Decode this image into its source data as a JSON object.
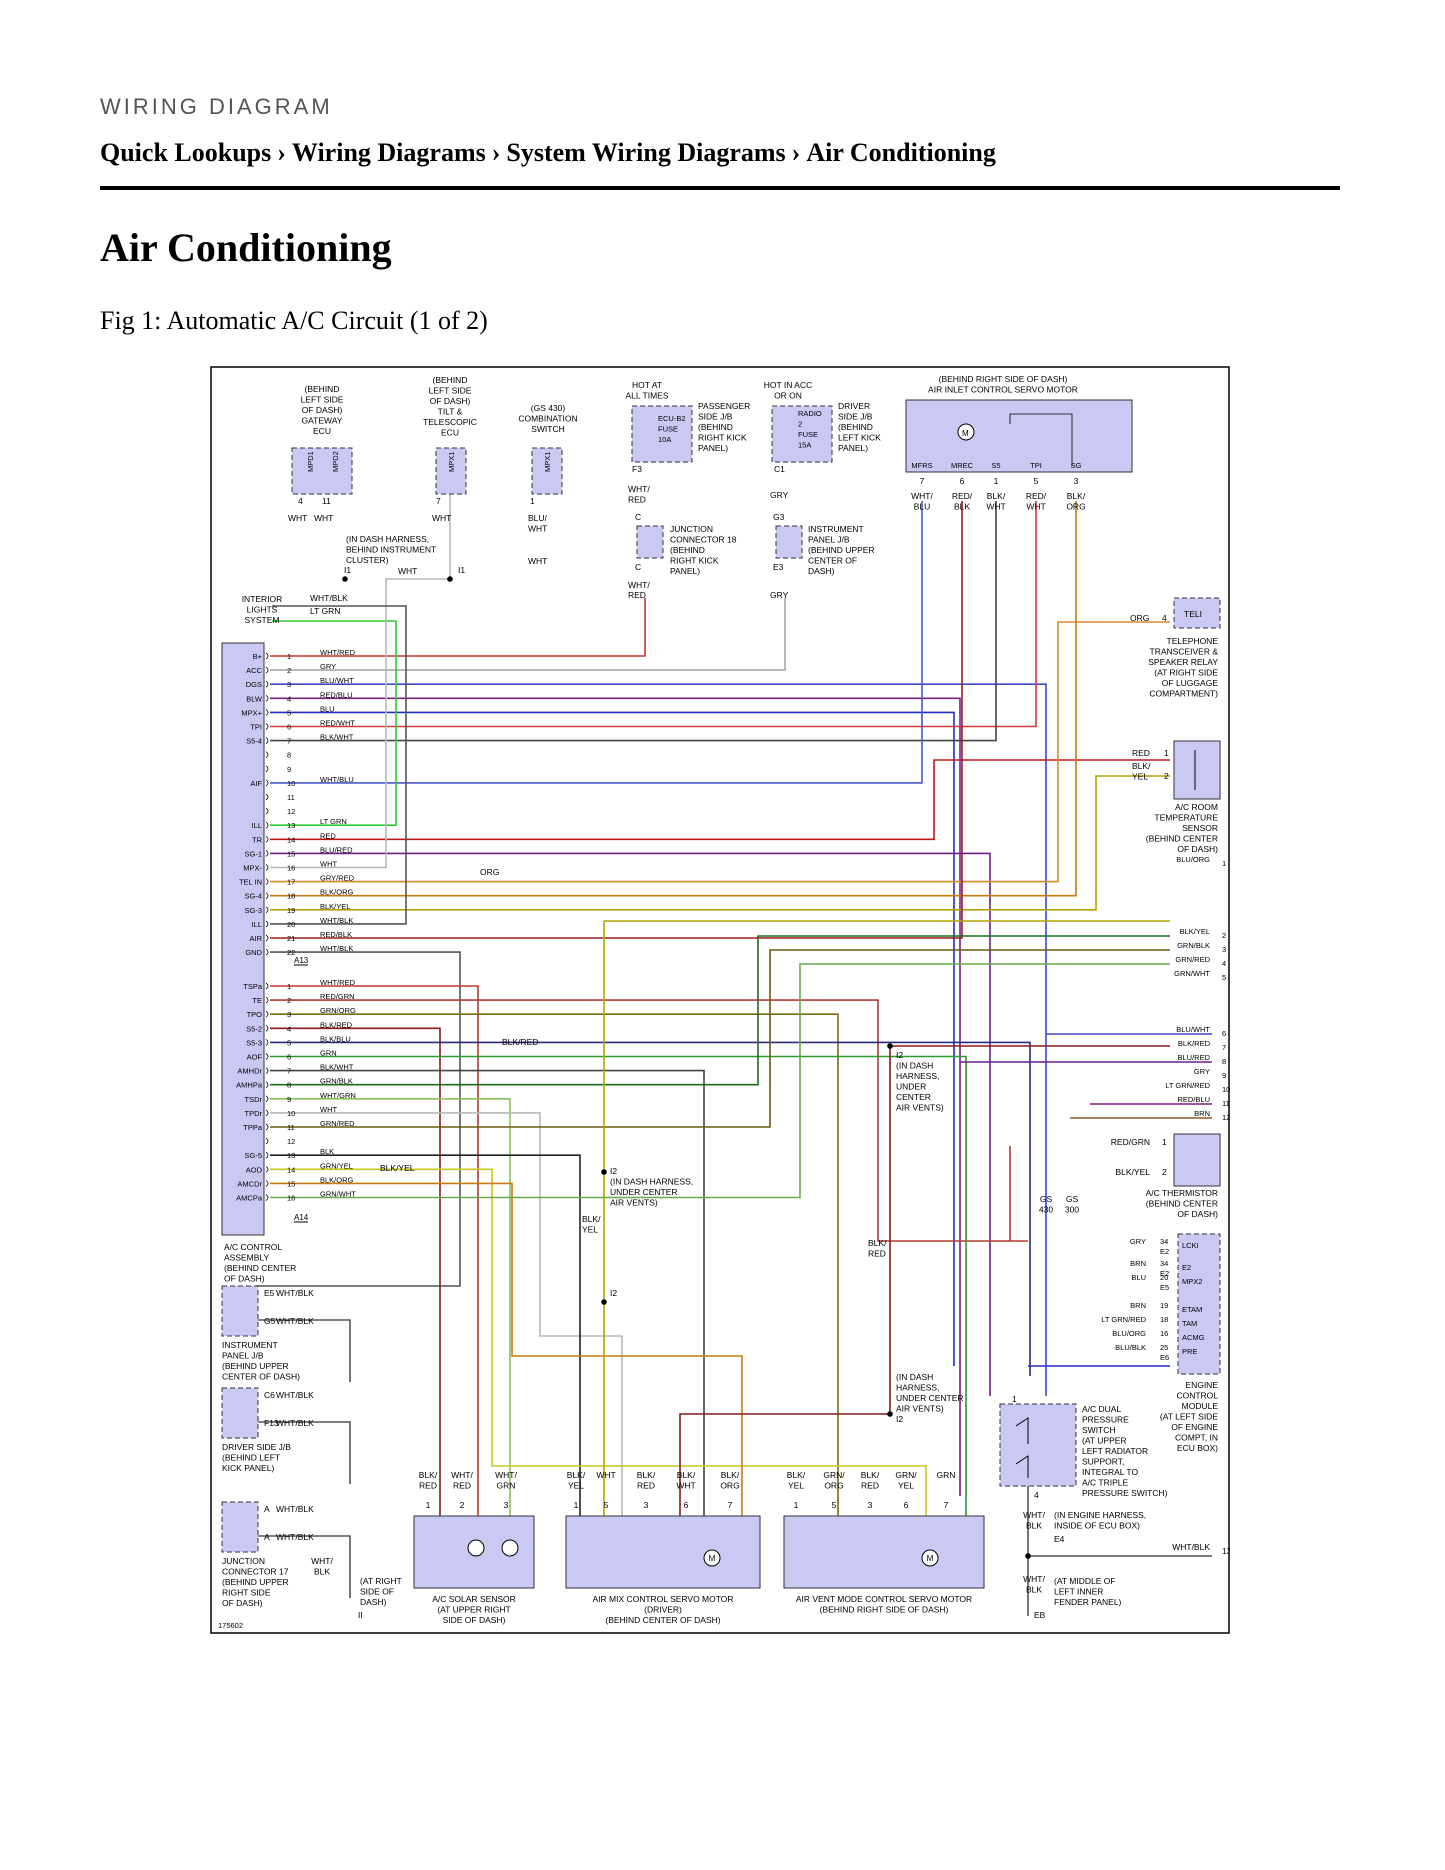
{
  "header": {
    "section_label": "WIRING DIAGRAM",
    "breadcrumb": [
      "Quick Lookups",
      "Wiring Diagrams",
      "System Wiring Diagrams",
      "Air Conditioning"
    ],
    "separator": "›"
  },
  "page": {
    "title": "Air Conditioning",
    "figure_caption": "Fig 1: Automatic A/C Circuit (1 of 2)"
  },
  "diagram": {
    "figure_id": "175602",
    "top_components": [
      {
        "label": [
          "(BEHIND",
          "LEFT SIDE",
          "OF DASH)",
          "GATEWAY",
          "ECU"
        ],
        "pins": [
          "MPD1",
          "MPD2"
        ],
        "pin_numbers": [
          "4",
          "11"
        ],
        "wires": [
          "WHT",
          "WHT"
        ]
      },
      {
        "label": [
          "(BEHIND",
          "LEFT SIDE",
          "OF DASH)",
          "TILT &",
          "TELESCOPIC",
          "ECU"
        ],
        "pins": [
          "MPX1"
        ],
        "pin_numbers": [
          "7"
        ],
        "wires": [
          "WHT"
        ]
      },
      {
        "label": [
          "(GS 430)",
          "COMBINATION",
          "SWITCH"
        ],
        "pins": [
          "MPX1"
        ],
        "pin_numbers": [
          "1"
        ],
        "wires": [
          "BLU/",
          "WHT",
          "WHT"
        ]
      },
      {
        "label": [
          "HOT AT",
          "ALL TIMES"
        ],
        "fuse": [
          "ECU-B2",
          "FUSE",
          "10A"
        ],
        "jb": [
          "PASSENGER",
          "SIDE J/B",
          "(BEHIND",
          "RIGHT KICK",
          "PANEL)"
        ],
        "conn": "F3",
        "wires": [
          "WHT/",
          "RED"
        ]
      },
      {
        "label": [
          "HOT IN ACC",
          "OR ON"
        ],
        "fuse": [
          "RADIO",
          "2",
          "FUSE",
          "15A"
        ],
        "jb": [
          "DRIVER",
          "SIDE J/B",
          "(BEHIND",
          "LEFT KICK",
          "PANEL)"
        ],
        "conn": "C1",
        "wires": [
          "GRY"
        ]
      }
    ],
    "junction_connector_18": [
      "JUNCTION",
      "CONNECTOR 18",
      "(BEHIND",
      "RIGHT KICK",
      "PANEL)"
    ],
    "instrument_panel_jb_top": [
      "INSTRUMENT",
      "PANEL J/B",
      "(BEHIND UPPER",
      "CENTER OF",
      "DASH)"
    ],
    "in_dash_harness_top": [
      "(IN DASH HARNESS,",
      "BEHIND INSTRUMENT",
      "CLUSTER)"
    ],
    "servo_inlet": {
      "label": [
        "(BEHIND RIGHT SIDE OF DASH)",
        "AIR INLET CONTROL SERVO MOTOR"
      ],
      "pins": [
        "MFRS",
        "MREC",
        "S5",
        "TPI",
        "SG"
      ],
      "pin_numbers": [
        "7",
        "6",
        "1",
        "5",
        "3"
      ],
      "wires": [
        [
          "WHT/",
          "BLU"
        ],
        [
          "RED/",
          "BLK"
        ],
        [
          "BLK/",
          "WHT"
        ],
        [
          "RED/",
          "WHT"
        ],
        [
          "BLK/",
          "ORG"
        ]
      ]
    },
    "interior_lights": [
      "INTERIOR",
      "LIGHTS",
      "SYSTEM"
    ],
    "interior_wires": [
      "WHT/BLK",
      "LT GRN"
    ],
    "connector_a13": {
      "name": "A13",
      "pins": [
        {
          "n": "1",
          "label": "B+",
          "wire": "WHT/RED"
        },
        {
          "n": "2",
          "label": "ACC",
          "wire": "GRY"
        },
        {
          "n": "3",
          "label": "DGS",
          "wire": "BLU/WHT"
        },
        {
          "n": "4",
          "label": "BLW",
          "wire": "RED/BLU"
        },
        {
          "n": "5",
          "label": "MPX+",
          "wire": "BLU"
        },
        {
          "n": "6",
          "label": "TPI",
          "wire": "RED/WHT"
        },
        {
          "n": "7",
          "label": "S5-4",
          "wire": "BLK/WHT"
        },
        {
          "n": "8",
          "label": "",
          "wire": ""
        },
        {
          "n": "9",
          "label": "",
          "wire": ""
        },
        {
          "n": "10",
          "label": "AIF",
          "wire": "WHT/BLU"
        },
        {
          "n": "11",
          "label": "",
          "wire": ""
        },
        {
          "n": "12",
          "label": "",
          "wire": ""
        },
        {
          "n": "13",
          "label": "ILL",
          "wire": "LT GRN"
        },
        {
          "n": "14",
          "label": "TR",
          "wire": "RED"
        },
        {
          "n": "15",
          "label": "SG-1",
          "wire": "BLU/RED"
        },
        {
          "n": "16",
          "label": "MPX-",
          "wire": "WHT"
        },
        {
          "n": "17",
          "label": "TEL IN",
          "wire": "GRY/RED"
        },
        {
          "n": "18",
          "label": "SG-4",
          "wire": "BLK/ORG"
        },
        {
          "n": "19",
          "label": "SG-3",
          "wire": "BLK/YEL"
        },
        {
          "n": "20",
          "label": "ILL",
          "wire": "WHT/BLK"
        },
        {
          "n": "21",
          "label": "AIR",
          "wire": "RED/BLK"
        },
        {
          "n": "22",
          "label": "GND",
          "wire": "WHT/BLK"
        }
      ]
    },
    "connector_a14": {
      "name": "A14",
      "pins": [
        {
          "n": "1",
          "label": "TSPa",
          "wire": "WHT/RED"
        },
        {
          "n": "2",
          "label": "TE",
          "wire": "RED/GRN"
        },
        {
          "n": "3",
          "label": "TPO",
          "wire": "GRN/ORG"
        },
        {
          "n": "4",
          "label": "S5-2",
          "wire": "BLK/RED"
        },
        {
          "n": "5",
          "label": "S5-3",
          "wire": "BLK/BLU"
        },
        {
          "n": "6",
          "label": "AOF",
          "wire": "GRN"
        },
        {
          "n": "7",
          "label": "AMHDr",
          "wire": "BLK/WHT"
        },
        {
          "n": "8",
          "label": "AMHPa",
          "wire": "GRN/BLK"
        },
        {
          "n": "9",
          "label": "TSDr",
          "wire": "WHT/GRN"
        },
        {
          "n": "10",
          "label": "TPDr",
          "wire": "WHT"
        },
        {
          "n": "11",
          "label": "TPPa",
          "wire": "GRN/RED"
        },
        {
          "n": "12",
          "label": "",
          "wire": ""
        },
        {
          "n": "13",
          "label": "SG-5",
          "wire": "BLK"
        },
        {
          "n": "14",
          "label": "AOD",
          "wire": "GRN/YEL"
        },
        {
          "n": "15",
          "label": "AMCDr",
          "wire": "BLK/ORG"
        },
        {
          "n": "16",
          "label": "AMCPa",
          "wire": "GRN/WHT"
        }
      ]
    },
    "ac_control": [
      "A/C CONTROL",
      "ASSEMBLY",
      "(BEHIND CENTER",
      "OF DASH)"
    ],
    "mid_labels": {
      "org": "ORG",
      "blk_red": "BLK/RED",
      "blk_yel": "BLK/YEL",
      "blk_yel_v": [
        "BLK/",
        "YEL"
      ],
      "blk_red_v": [
        "BLK/",
        "RED"
      ]
    },
    "i2_a": [
      "I2",
      "(IN DASH",
      "HARNESS,",
      "UNDER",
      "CENTER",
      "AIR VENTS)"
    ],
    "i2_b": [
      "I2",
      "(IN DASH HARNESS,",
      "UNDER CENTER",
      "AIR VENTS)"
    ],
    "i2_c": [
      "(IN DASH",
      "HARNESS,",
      "UNDER CENTER",
      "AIR VENTS)",
      "I2"
    ],
    "i2_d": "I2",
    "i1": "I1",
    "right_top": [
      {
        "wire": "ORG",
        "pin": "4",
        "name": "TELI",
        "label": [
          "TELEPHONE",
          "TRANSCEIVER &",
          "SPEAKER RELAY",
          "(AT RIGHT SIDE",
          "OF LUGGAGE",
          "COMPARTMENT)"
        ]
      },
      {
        "wires": [
          "RED",
          "BLK/",
          "YEL"
        ],
        "pins": [
          "1",
          "2"
        ],
        "label": [
          "A/C ROOM",
          "TEMPERATURE",
          "SENSOR",
          "(BEHIND CENTER",
          "OF DASH)"
        ]
      }
    ],
    "right_wires": [
      {
        "wire": "BLU/ORG",
        "n": "1"
      },
      {
        "wire": "BLK/YEL",
        "n": "2"
      },
      {
        "wire": "GRN/BLK",
        "n": "3"
      },
      {
        "wire": "GRN/RED",
        "n": "4"
      },
      {
        "wire": "GRN/WHT",
        "n": "5"
      },
      {
        "wire": "BLU/WHT",
        "n": "6"
      },
      {
        "wire": "BLK/RED",
        "n": "7"
      },
      {
        "wire": "BLU/RED",
        "n": "8"
      },
      {
        "wire": "GRY",
        "n": "9"
      },
      {
        "wire": "LT GRN/RED",
        "n": "10"
      },
      {
        "wire": "RED/BLU",
        "n": "11"
      },
      {
        "wire": "BRN",
        "n": "12"
      }
    ],
    "thermistor": {
      "wires": [
        "RED/GRN",
        "BLK/YEL"
      ],
      "pins": [
        "1",
        "2"
      ],
      "label": [
        "A/C THERMISTOR",
        "(BEHIND CENTER",
        "OF DASH)"
      ]
    },
    "gs_labels": [
      [
        "GS",
        "430"
      ],
      [
        "GS",
        "300"
      ]
    ],
    "ecm": {
      "label": [
        "ENGINE",
        "CONTROL",
        "MODULE",
        "(AT LEFT SIDE",
        "OF ENGINE",
        "COMPT, IN",
        "ECU BOX)"
      ],
      "rows": [
        {
          "wire": "GRY",
          "n": "34",
          "conn": "E2",
          "term": "LCKI"
        },
        {
          "wire": "BRN",
          "n": "34",
          "conn": "E2",
          "term": "E2"
        },
        {
          "wire": "BLU",
          "n": "20",
          "conn": "E5",
          "term": "MPX2"
        },
        {
          "wire": "BRN",
          "n": "19",
          "conn": "",
          "term": "ETAM"
        },
        {
          "wire": "LT GRN/RED",
          "n": "18",
          "conn": "",
          "term": "TAM"
        },
        {
          "wire": "BLU/ORG",
          "n": "16",
          "conn": "",
          "term": "ACMG"
        },
        {
          "wire": "BLU/BLK",
          "n": "25",
          "conn": "E6",
          "term": "PRE"
        }
      ]
    },
    "pressure_switch": {
      "pin_top": "1",
      "pin_bottom": "4",
      "label": [
        "A/C DUAL",
        "PRESSURE",
        "SWITCH",
        "(AT UPPER",
        "LEFT RADIATOR",
        "SUPPORT,",
        "INTEGRAL TO",
        "A/C TRIPLE",
        "PRESSURE SWITCH)"
      ]
    },
    "left_jbs": [
      {
        "conns": [
          "E5",
          "G5"
        ],
        "wires": [
          "WHT/BLK",
          "WHT/BLK"
        ],
        "label": [
          "INSTRUMENT",
          "PANEL J/B",
          "(BEHIND UPPER",
          "CENTER OF DASH)"
        ]
      },
      {
        "conns": [
          "C6",
          "F13"
        ],
        "wires": [
          "WHT/BLK",
          "WHT/BLK"
        ],
        "label": [
          "DRIVER SIDE J/B",
          "(BEHIND LEFT",
          "KICK PANEL)"
        ]
      },
      {
        "conns": [
          "A",
          "A"
        ],
        "wires": [
          "WHT/BLK",
          "WHT/BLK"
        ],
        "label": [
          "JUNCTION",
          "CONNECTOR 17",
          "(BEHIND UPPER",
          "RIGHT SIDE",
          "OF DASH)"
        ]
      }
    ],
    "ground_ii": {
      "wire": [
        "WHT/",
        "BLK"
      ],
      "label": [
        "(AT RIGHT",
        "SIDE OF",
        "DASH)"
      ],
      "ground": "II"
    },
    "bottom_components": [
      {
        "name": [
          "A/C SOLAR SENSOR",
          "(AT UPPER RIGHT",
          "SIDE OF DASH)"
        ],
        "pins": [
          "1",
          "2",
          "3"
        ],
        "wires": [
          [
            "BLK/",
            "RED"
          ],
          [
            "WHT/",
            "RED"
          ],
          [
            "WHT/",
            "GRN"
          ]
        ]
      },
      {
        "name": [
          "AIR MIX CONTROL SERVO MOTOR",
          "(DRIVER)",
          "(BEHIND CENTER OF DASH)"
        ],
        "pins": [
          "1",
          "5",
          "3",
          "6",
          "7"
        ],
        "wires": [
          [
            "BLK/",
            "YEL"
          ],
          [
            "WHT"
          ],
          [
            "BLK/",
            "RED"
          ],
          [
            "BLK/",
            "WHT"
          ],
          [
            "BLK/",
            "ORG"
          ]
        ]
      },
      {
        "name": [
          "AIR VENT MODE CONTROL SERVO MOTOR",
          "(BEHIND RIGHT SIDE OF DASH)"
        ],
        "pins": [
          "1",
          "5",
          "3",
          "6",
          "7"
        ],
        "wires": [
          [
            "BLK/",
            "YEL"
          ],
          [
            "GRN/",
            "ORG"
          ],
          [
            "BLK/",
            "RED"
          ],
          [
            "GRN/",
            "YEL"
          ],
          [
            "GRN"
          ]
        ]
      }
    ],
    "engine_harness": {
      "wire_a": [
        "WHT/",
        "BLK"
      ],
      "label_a": [
        "(IN ENGINE HARNESS,",
        "INSIDE OF ECU BOX)"
      ],
      "conn": "E4",
      "out_wire": "WHT/BLK",
      "out_n": "13",
      "wire_b": [
        "WHT/",
        "BLK"
      ],
      "label_b": [
        "(AT MIDDLE OF",
        "LEFT INNER",
        "FENDER PANEL)"
      ],
      "ground": "EB"
    }
  }
}
